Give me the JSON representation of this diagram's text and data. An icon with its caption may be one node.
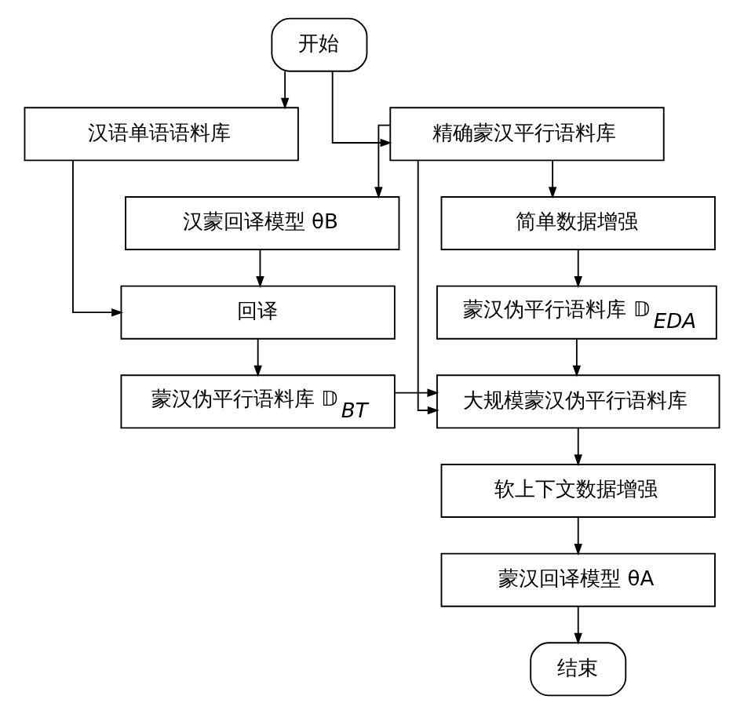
{
  "diagram": {
    "nodes": [
      {
        "text": [
          "开始"
        ]
      },
      {
        "text": [
          "精确蒙汉平行语料库"
        ]
      },
      {
        "text": [
          "汉语单语语料库"
        ]
      },
      {
        "text": [
          "简单数据增强"
        ]
      },
      {
        "text": [
          "汉蒙回译模型 θB"
        ]
      },
      {
        "text": [
          "蒙汉伪平行语料库 𝔻$_{EDA}$"
        ]
      },
      {
        "text": [
          "回译"
        ]
      },
      {
        "text": [
          "大规模蒙汉伪平行语料库"
        ]
      },
      {
        "text": [
          "蒙汉伪平行语料库 𝔻$_{BT}$"
        ]
      },
      {
        "text": [
          "软上下文数据增强"
        ]
      },
      {
        "text": [
          "蒙汉回译模型 θA"
        ]
      },
      {
        "text": [
          "结束"
        ]
      }
    ],
    "edges": [
      {
        "from": 0,
        "to": 1,
        "arrow": "to"
      },
      {
        "from": 0,
        "to": 2,
        "arrow": "to"
      },
      {
        "from": 1,
        "to": 3,
        "arrow": "to"
      },
      {
        "from": 1,
        "to": 4,
        "arrow": "to"
      },
      {
        "from": 1,
        "to": 7,
        "arrow": "to"
      },
      {
        "from": 3,
        "to": 5,
        "arrow": "to"
      },
      {
        "from": 2,
        "to": 6,
        "arrow": "to"
      },
      {
        "from": 4,
        "to": 6,
        "arrow": "to"
      },
      {
        "from": 5,
        "to": 7,
        "arrow": "to"
      },
      {
        "from": 6,
        "to": 8,
        "arrow": "to"
      },
      {
        "from": 8,
        "to": 7,
        "arrow": "to"
      },
      {
        "from": 7,
        "to": 9,
        "arrow": "to"
      },
      {
        "from": 9,
        "to": 10,
        "arrow": "to"
      },
      {
        "from": 10,
        "to": 11,
        "arrow": "to"
      }
    ]
  }
}
